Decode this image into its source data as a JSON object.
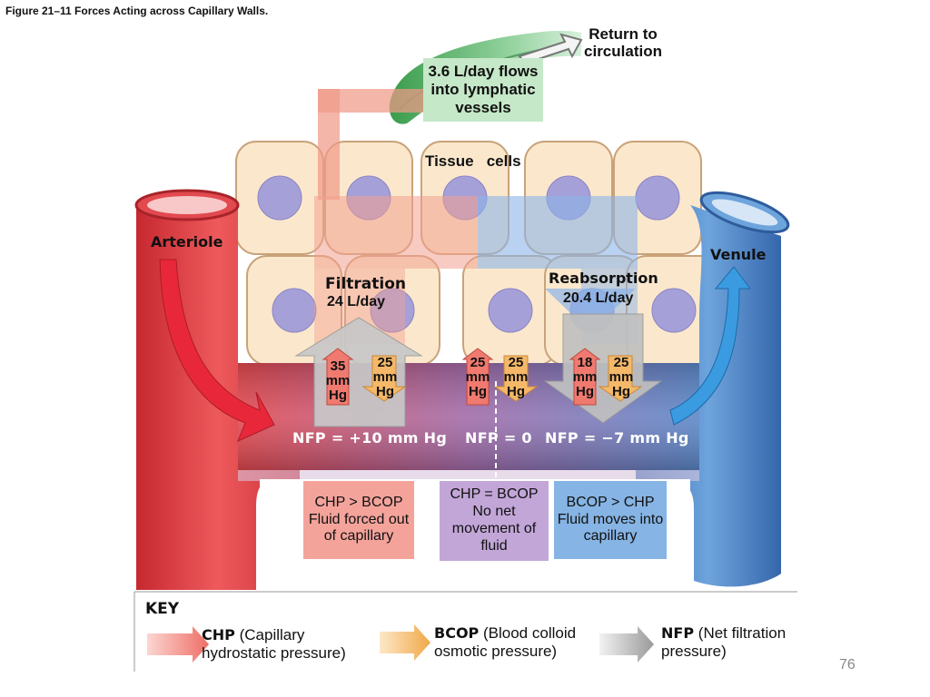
{
  "figure_title": "Figure 21–11 Forces Acting across Capillary Walls.",
  "labels": {
    "return": "Return to circulation",
    "lymph": "3.6 L/day flows into lymphatic vessels",
    "tissue": "Tissue   cells",
    "arteriole": "Arteriole",
    "venule": "Venule",
    "filtration_title": "Filtration",
    "filtration_rate": "24 L/day",
    "reabsorption_title": "Reabsorption",
    "reabsorption_rate": "20.4 L/day"
  },
  "pressures": {
    "a_chp": "35 mm Hg",
    "a_bcop": "25 mm Hg",
    "m_chp": "25 mm Hg",
    "m_bcop": "25 mm Hg",
    "v_chp": "18 mm Hg",
    "v_bcop": "25 mm Hg"
  },
  "nfp": {
    "arterial": "NFP = +10 mm Hg",
    "middle": "NFP = 0",
    "venous": "NFP = −7 mm Hg"
  },
  "boxes": {
    "arterial": "CHP > BCOP Fluid forced out of capillary",
    "middle": "CHP = BCOP No net movement of fluid",
    "venous": "BCOP > CHP Fluid moves into capillary"
  },
  "key": {
    "title": "KEY",
    "chp_abbr": "CHP",
    "chp_desc": "(Capillary hydrostatic pressure)",
    "bcop_abbr": "BCOP",
    "bcop_desc": "(Blood colloid osmotic pressure)",
    "nfp_abbr": "NFP",
    "nfp_desc": "(Net filtration pressure)"
  },
  "page_number": "76",
  "colors": {
    "arteriole": "#e8454a",
    "venule": "#4a86c8",
    "chp_arrow": "#f28a80",
    "bcop_arrow": "#f2b86a",
    "nfp_arrow": "#b8b8b8",
    "box_arterial": "#f4a39b",
    "box_middle": "#c2a6d8",
    "box_venous": "#86b4e4",
    "lymph_box": "#c5e8c8",
    "cell_fill": "#fbe8cc",
    "nucleus": "#a6a0d8"
  }
}
